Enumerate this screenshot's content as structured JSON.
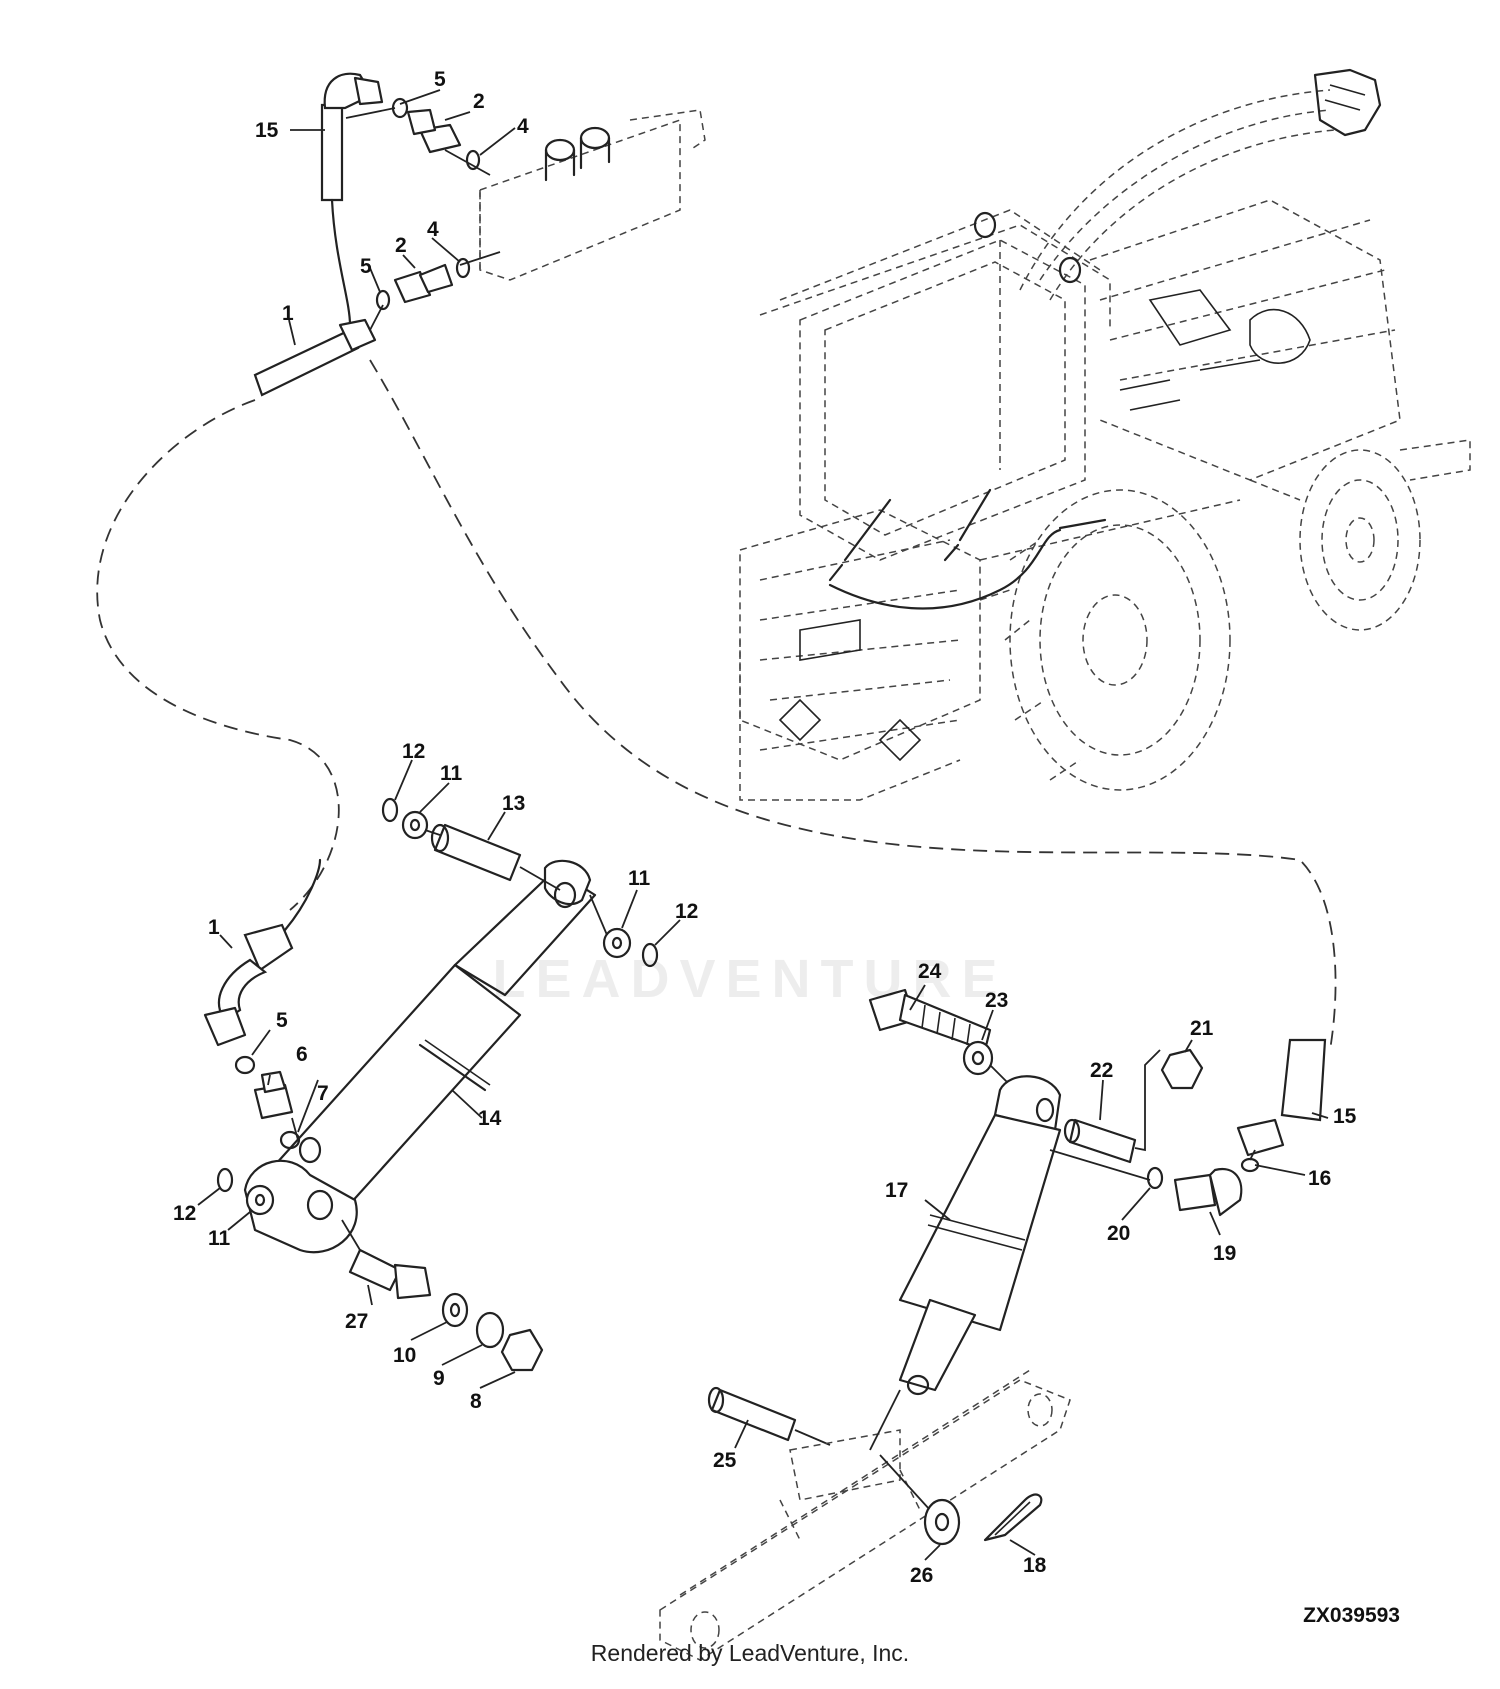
{
  "callouts": [
    {
      "id": "c15a",
      "text": "15"
    },
    {
      "id": "c5a",
      "text": "5"
    },
    {
      "id": "c2a",
      "text": "2"
    },
    {
      "id": "c4a",
      "text": "4"
    },
    {
      "id": "c4b",
      "text": "4"
    },
    {
      "id": "c2b",
      "text": "2"
    },
    {
      "id": "c5b",
      "text": "5"
    },
    {
      "id": "c1a",
      "text": "1"
    },
    {
      "id": "c12a",
      "text": "12"
    },
    {
      "id": "c11a",
      "text": "11"
    },
    {
      "id": "c13",
      "text": "13"
    },
    {
      "id": "c11b",
      "text": "11"
    },
    {
      "id": "c12b",
      "text": "12"
    },
    {
      "id": "c1b",
      "text": "1"
    },
    {
      "id": "c5c",
      "text": "5"
    },
    {
      "id": "c6",
      "text": "6"
    },
    {
      "id": "c7",
      "text": "7"
    },
    {
      "id": "c14",
      "text": "14"
    },
    {
      "id": "c12c",
      "text": "12"
    },
    {
      "id": "c11c",
      "text": "11"
    },
    {
      "id": "c27",
      "text": "27"
    },
    {
      "id": "c10",
      "text": "10"
    },
    {
      "id": "c9",
      "text": "9"
    },
    {
      "id": "c8",
      "text": "8"
    },
    {
      "id": "c24",
      "text": "24"
    },
    {
      "id": "c23",
      "text": "23"
    },
    {
      "id": "c21",
      "text": "21"
    },
    {
      "id": "c22",
      "text": "22"
    },
    {
      "id": "c15b",
      "text": "15"
    },
    {
      "id": "c16",
      "text": "16"
    },
    {
      "id": "c17",
      "text": "17"
    },
    {
      "id": "c20",
      "text": "20"
    },
    {
      "id": "c19",
      "text": "19"
    },
    {
      "id": "c25",
      "text": "25"
    },
    {
      "id": "c26",
      "text": "26"
    },
    {
      "id": "c18",
      "text": "18"
    }
  ],
  "drawing_code": "ZX039593",
  "watermark": "LEADVENTURE",
  "footer": "Rendered by LeadVenture, Inc.",
  "colors": {
    "ink": "#222222",
    "background": "#ffffff"
  }
}
